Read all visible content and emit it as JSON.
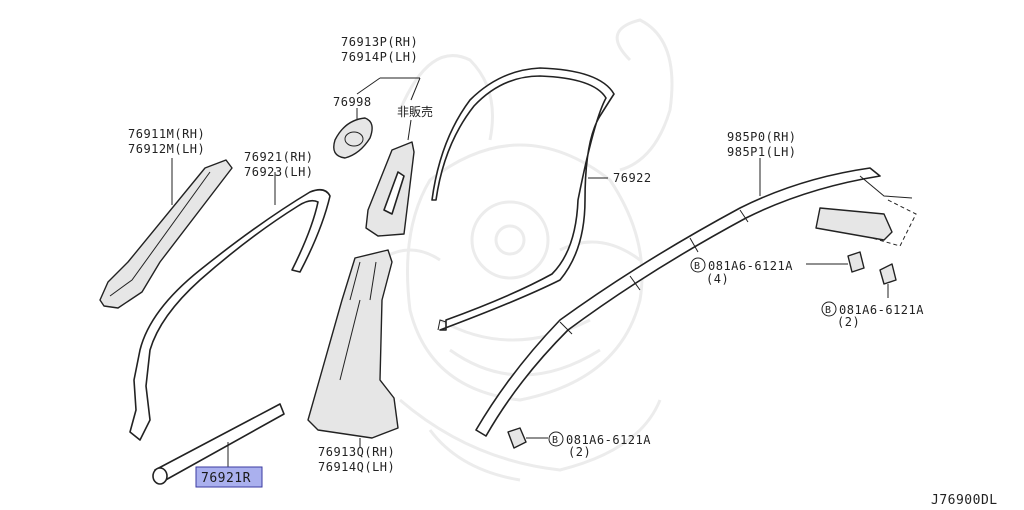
{
  "labels": {
    "p76913p": "76913P(RH)",
    "p76914p": "76914P(LH)",
    "p76998": "76998",
    "not_sold": "非販売",
    "p76911m": "76911M(RH)",
    "p76912m": "76912M(LH)",
    "p76921": "76921(RH)",
    "p76923": "76923(LH)",
    "p76922": "76922",
    "p985p0": "985P0(RH)",
    "p985p1": "985P1(LH)",
    "bolt_a_code": "081A6-6121A",
    "bolt_a_qty": "(4)",
    "bolt_b_code": "081A6-6121A",
    "bolt_b_qty": "(2)",
    "bolt_c_code": "081A6-6121A",
    "bolt_c_qty": "(2)",
    "bolt_letter": "B",
    "p76913q": "76913Q(RH)",
    "p76914q": "76914Q(LH)",
    "p76921r": "76921R",
    "diagram_code": "J76900DL"
  },
  "colors": {
    "highlight": "#aab0ee",
    "highlight_border": "#3a3aa0",
    "line": "#222222",
    "watermark": "#ececec"
  }
}
